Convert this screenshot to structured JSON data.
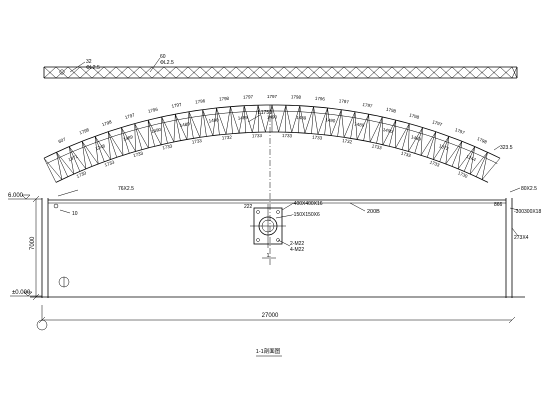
{
  "plan_truss": {
    "labels": [
      "32",
      "ΦL2.5",
      "60",
      "ΦL2.5"
    ]
  },
  "arch": {
    "top_chord_lengths": [
      "607",
      "1798",
      "1798",
      "1797",
      "1796",
      "1797",
      "1796",
      "1798",
      "1797",
      "1797",
      "1798",
      "1796",
      "1797",
      "1797",
      "1798",
      "1798",
      "1797",
      "1797",
      "1798"
    ],
    "bottom_chord_lengths": [
      "1730",
      "1733",
      "1733",
      "1733",
      "1733",
      "1732",
      "1733",
      "1733",
      "1733",
      "1732",
      "1733",
      "1733",
      "1733",
      "1730"
    ],
    "web_lengths": [
      "1371",
      "1248",
      "1489",
      "1490",
      "1489",
      "1490",
      "1489",
      "1490",
      "1489",
      "1490",
      "1489",
      "1490",
      "1489",
      "1372",
      "1244"
    ],
    "member_callouts": {
      "left_bottom": "76X2.5",
      "left_tag": "10",
      "right_top": "323.5",
      "right_mid": "80X2.5",
      "right_plate": "-300300X18",
      "right_bolt": "273X4",
      "right_small": "866",
      "top_small": "L1750"
    }
  },
  "elevations": {
    "top": "6.000",
    "bottom": "±0.000",
    "height": "7000"
  },
  "beam_label": "200B",
  "span": "27000",
  "column_detail": {
    "title": "1",
    "lines": [
      "-400X400X16",
      "-150X150X6",
      "2-M22",
      "4-M22"
    ],
    "tag": "222"
  },
  "drawing_title": "1-1剖面图"
}
